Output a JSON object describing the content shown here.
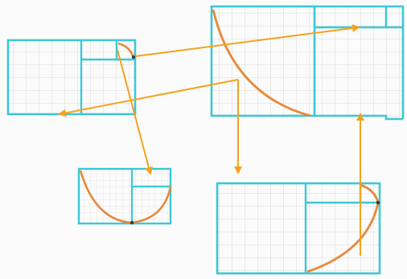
{
  "colors": {
    "paper": "#fbfbfb",
    "faint_grid": "#dcdcdc",
    "frame": "#3cc8d4",
    "arc": "#e8893a",
    "arrow": "#f4a21e",
    "point": "#3a3a3a"
  },
  "panels": [
    {
      "name": "panel-top-left-rectangle"
    },
    {
      "name": "panel-top-right-rectangle"
    },
    {
      "name": "panel-middle-left-rectangle"
    },
    {
      "name": "panel-bottom-right-rectangle"
    }
  ],
  "arrows": [
    {
      "name": "arrow-top-left-to-top-right"
    },
    {
      "name": "arrow-top-right-to-top-left"
    },
    {
      "name": "arrow-top-left-to-middle"
    },
    {
      "name": "arrow-top-right-to-bottom-right"
    },
    {
      "name": "arrow-bottom-right-to-top-right"
    }
  ]
}
